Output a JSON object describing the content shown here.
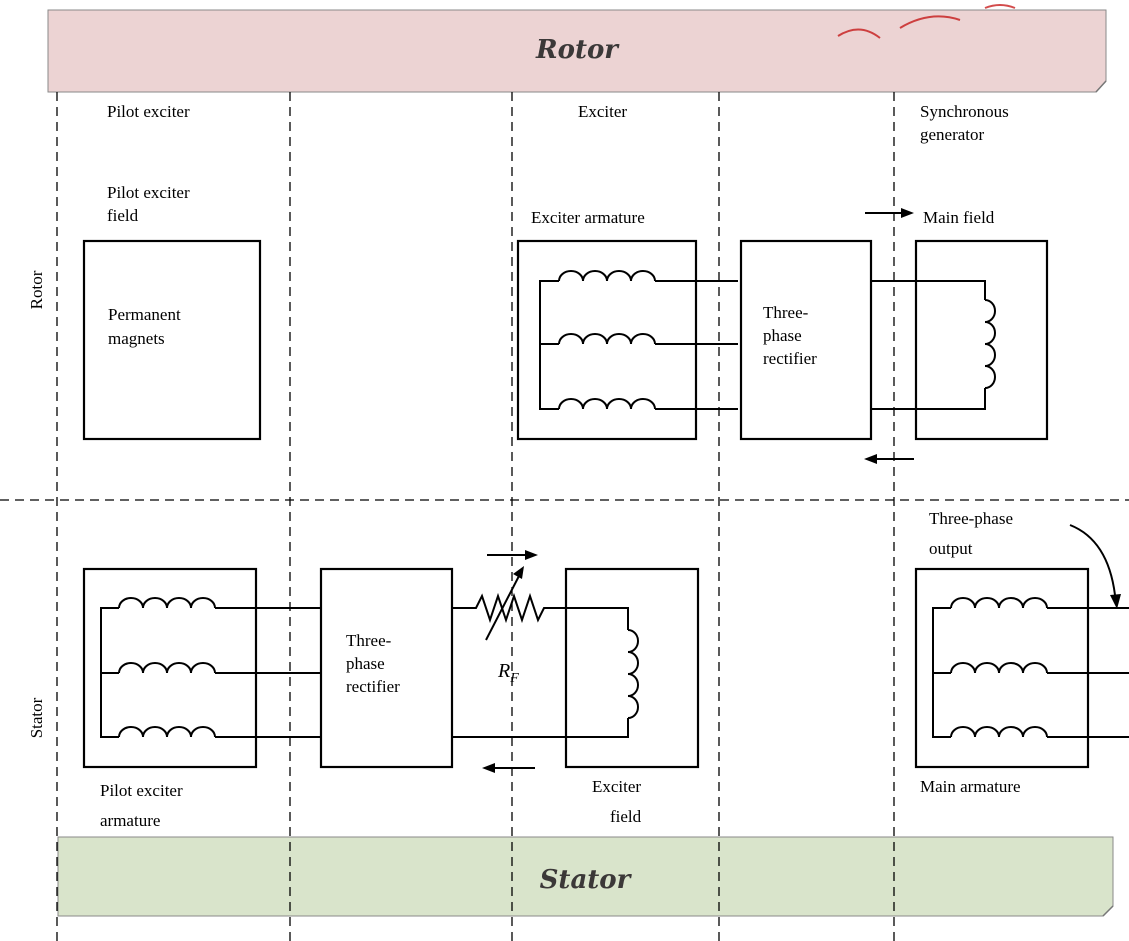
{
  "banners": {
    "top": "Rotor",
    "bottom": "Stator"
  },
  "side_labels": {
    "rotor": "Rotor",
    "stator": "Stator"
  },
  "columns": {
    "pilot_exciter": "Pilot exciter",
    "exciter": "Exciter",
    "sync_gen_line1": "Synchronous",
    "sync_gen_line2": "generator"
  },
  "rotor_section": {
    "pilot_field_line1": "Pilot exciter",
    "pilot_field_line2": "field",
    "permanent_line1": "Permanent",
    "permanent_line2": "magnets",
    "exciter_armature": "Exciter armature",
    "rectifier_line1": "Three-",
    "rectifier_line2": "phase",
    "rectifier_line3": "rectifier",
    "main_field": "Main field"
  },
  "stator_section": {
    "rectifier_line1": "Three-",
    "rectifier_line2": "phase",
    "rectifier_line3": "rectifier",
    "rf_symbol": "R",
    "rf_subscript": "F",
    "pilot_armature_line1": "Pilot exciter",
    "pilot_armature_line2": "armature",
    "exciter_field_line1": "Exciter",
    "exciter_field_line2": "field",
    "output_line1": "Three-phase",
    "output_line2": "output",
    "main_armature": "Main armature"
  },
  "colors": {
    "rotor_banner": "#ecd3d3",
    "stator_banner": "#d9e4cb",
    "banner_text": "#3b3838",
    "line": "#000000",
    "watermark": "#c00000"
  }
}
